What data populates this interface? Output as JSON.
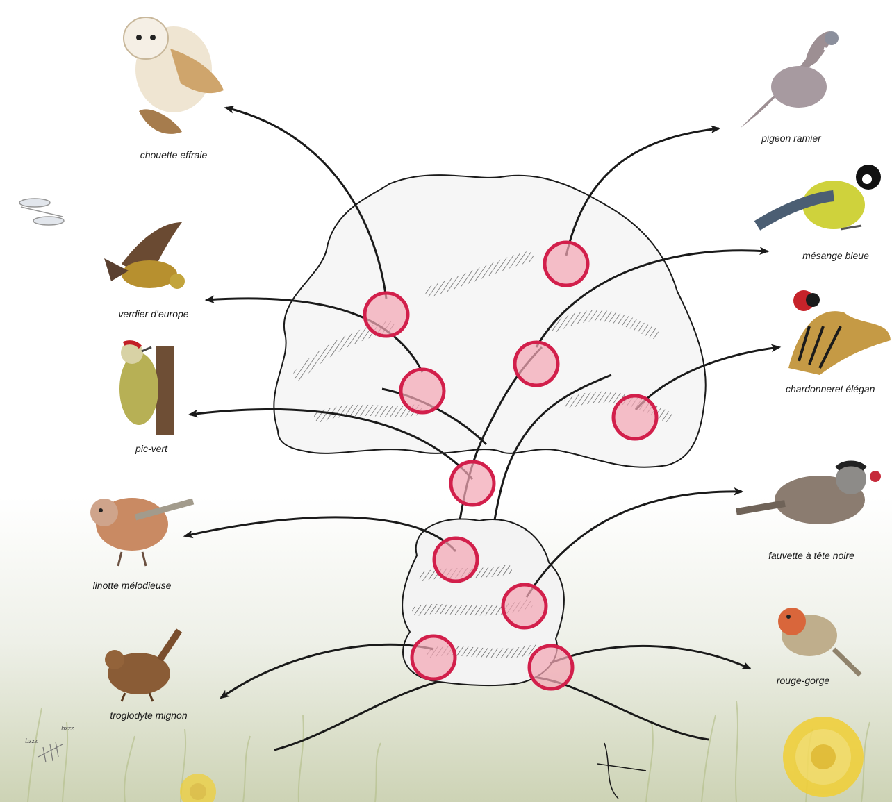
{
  "birds": [
    {
      "id": "chouette-effraie",
      "label": "chouette effraie"
    },
    {
      "id": "pigeon-ramier",
      "label": "pigeon ramier"
    },
    {
      "id": "mesange-bleue",
      "label": "mésange bleue"
    },
    {
      "id": "verdier-d-europe",
      "label": "verdier d’europe"
    },
    {
      "id": "chardonneret-elegant",
      "label": "chardonneret élégan"
    },
    {
      "id": "pic-vert",
      "label": "pic-vert"
    },
    {
      "id": "fauvette-a-tete-noire",
      "label": "fauvette à tête noire"
    },
    {
      "id": "linotte-melodieuse",
      "label": "linotte mélodieuse"
    },
    {
      "id": "rouge-gorge",
      "label": "rouge-gorge"
    },
    {
      "id": "troglodyte-mignon",
      "label": "troglodyte mignon"
    }
  ],
  "buzz_text": [
    "bzzz",
    "bzzz"
  ],
  "colors": {
    "habitat_ring": "#d21f4b",
    "habitat_fill": "#f2a6b4",
    "arrow": "#1a1a1a",
    "meadow": "#d7dcc2",
    "flower": "#f1cf34"
  }
}
